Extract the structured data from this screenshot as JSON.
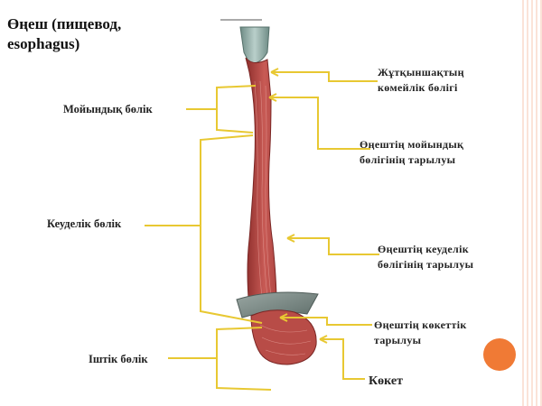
{
  "title": {
    "line1": "Өңеш (пищевод,",
    "line2": "esophagus)"
  },
  "left_labels": {
    "neck": "Мойындық бөлік",
    "thoracic": "Кеуделік бөлік",
    "abdominal": "Іштік бөлік"
  },
  "right_labels": {
    "pharynx_line1": "Жұтқыншақтың",
    "pharynx_line2": "көмейлік бөлігі",
    "neck_narrow_line1": "Өңештің мойындық",
    "neck_narrow_line2": "бөлігінің тарылуы",
    "thoracic_narrow_line1": "Өңештің кеуделік",
    "thoracic_narrow_line2": "бөлігінің тарылуы",
    "diaphragm_narrow_line1": "Өңештің көкеттік",
    "diaphragm_narrow_line2": "тарылуы",
    "diaphragm": "Көкет"
  },
  "colors": {
    "leader": "#e8c832",
    "accent": "#f07a35",
    "muscle": "#c0504d"
  }
}
